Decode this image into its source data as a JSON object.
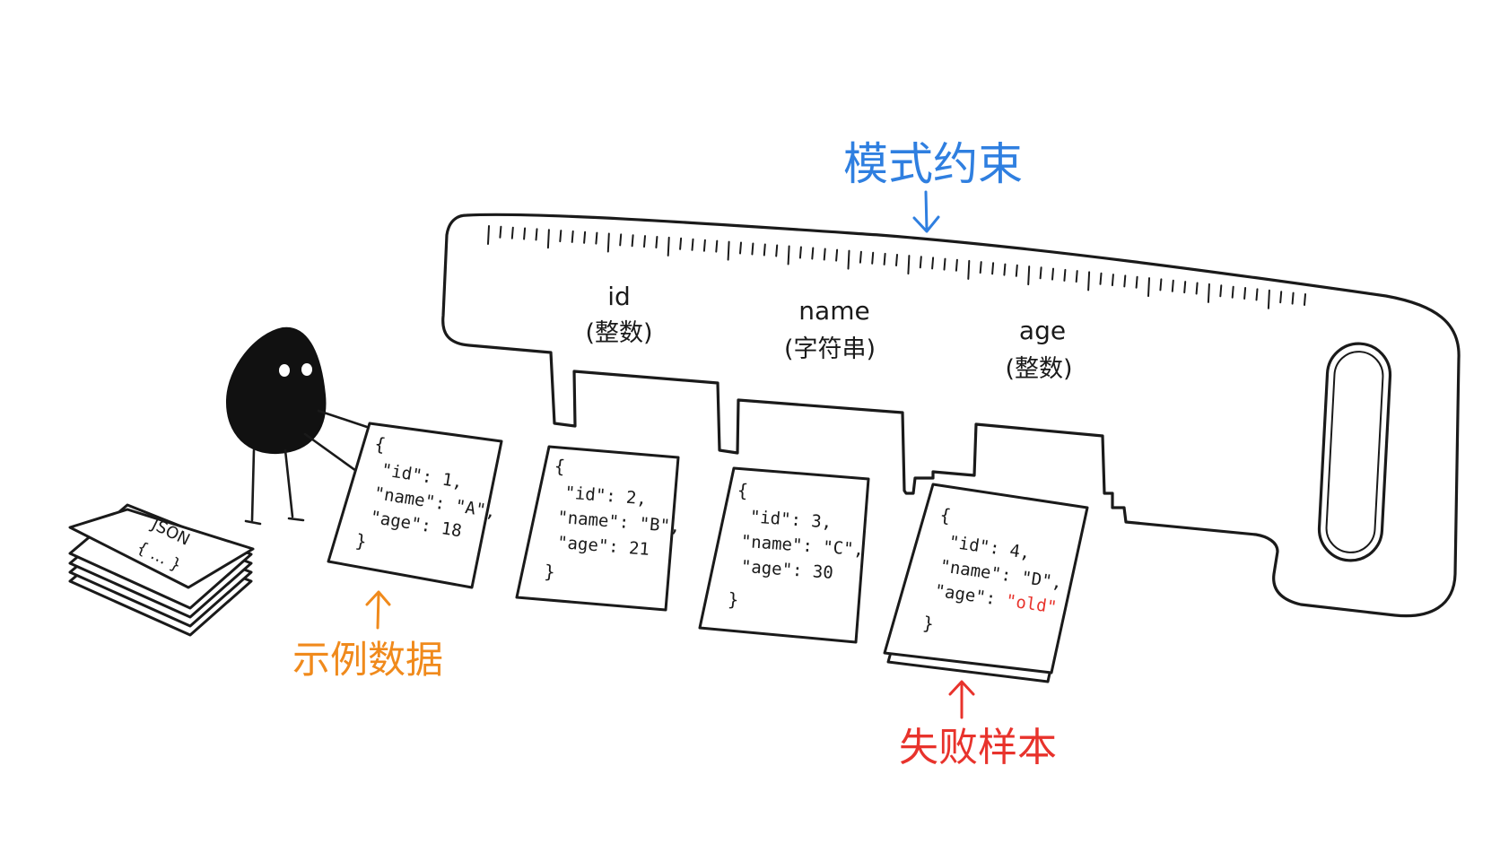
{
  "labels": {
    "schema": "模式约束",
    "sample_data": "示例数据",
    "failed_sample": "失败样本"
  },
  "colors": {
    "schema": "#2f7fe0",
    "sample_data": "#f08a1c",
    "failed_sample": "#e8332c",
    "ink": "#1a1a1a"
  },
  "ruler": {
    "slots": [
      {
        "field": "id",
        "type": "(整数)"
      },
      {
        "field": "name",
        "type": "(字符串)"
      },
      {
        "field": "age",
        "type": "(整数)"
      }
    ]
  },
  "stack": {
    "title": "JSON",
    "body": "{ … }"
  },
  "cards": [
    {
      "open": "{",
      "lines": [
        "\"id\": 1,",
        "\"name\": \"A\",",
        "\"age\": 18"
      ],
      "close": "}"
    },
    {
      "open": "{",
      "lines": [
        "\"id\": 2,",
        "\"name\": \"B\",",
        "\"age\": 21"
      ],
      "close": "}"
    },
    {
      "open": "{",
      "lines": [
        "\"id\": 3,",
        "\"name\": \"C\",",
        "\"age\": 30"
      ],
      "close": "}"
    },
    {
      "open": "{",
      "lines": [
        "\"id\": 4,",
        "\"name\": \"D\","
      ],
      "age_key": "\"age\": ",
      "age_value": "\"old\"",
      "close": "}"
    }
  ]
}
